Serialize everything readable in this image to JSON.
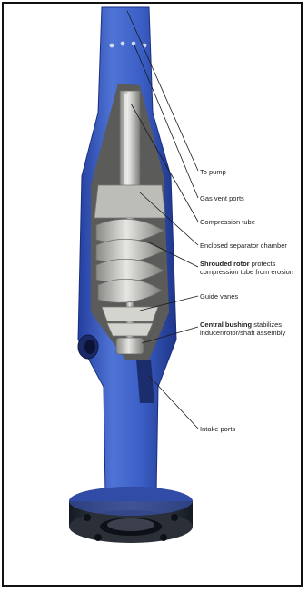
{
  "labels": {
    "to_pump": "To pump",
    "gas_vent_ports": "Gas vent ports",
    "compression_tube": "Compression tube",
    "enclosed_separator_chamber": "Enclosed separator chamber",
    "shrouded_rotor_bold": "Shrouded rotor",
    "shrouded_rotor_rest_1": "protects",
    "shrouded_rotor_rest_2": "compression tube from erosion",
    "guide_vanes": "Guide vanes",
    "central_bushing_bold": "Central bushing",
    "central_bushing_rest_1": "stabilizes",
    "central_bushing_rest_2": "inducer/rotor/shaft assembly",
    "intake_ports": "Intake ports"
  },
  "colors": {
    "housing_blue": "#3f63c9",
    "housing_dark": "#22399a",
    "internals_gray": "#c8c8c4",
    "leader_line": "#1a1a1a",
    "flange_dark": "#2a2f38"
  }
}
